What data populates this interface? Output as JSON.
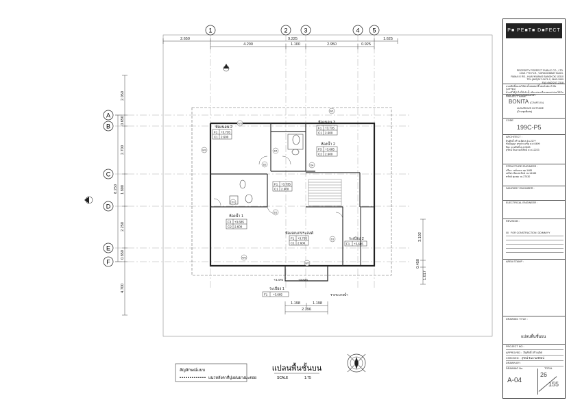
{
  "grid": {
    "cols": [
      "1",
      "2",
      "3",
      "4",
      "5"
    ],
    "rows": [
      "A",
      "B",
      "C",
      "D",
      "E",
      "F"
    ]
  },
  "dims": {
    "top_overall": [
      "2.650",
      "9.225",
      "1.625"
    ],
    "top_sub": [
      "4.200",
      "1.100",
      "2.950",
      "0.925"
    ],
    "left": [
      "2.050",
      "0.650",
      "2.700",
      "1.800",
      "8.250",
      "2.250",
      "0.850",
      "4.700"
    ],
    "right": [
      "3.102",
      "0.450",
      "1.017"
    ],
    "bottom": [
      "1.198",
      "1.198",
      "2.396"
    ]
  },
  "rooms": {
    "bed2": {
      "name": "ห้องนอน 2",
      "f": "F1",
      "fv": "+3.735",
      "c": "C1",
      "cv": "2.600"
    },
    "bed3": {
      "name": "ห้องนอน 3",
      "f": "F1",
      "fv": "+3.735",
      "c": "C1",
      "cv": "2.600"
    },
    "bath2": {
      "name": "ห้องน้ำ 2",
      "f": "F3",
      "fv": "+3.685",
      "c": "C2",
      "cv": "2.600"
    },
    "hall": {
      "f": "F1",
      "fv": "+3.735",
      "c": "C1",
      "cv": "2.600"
    },
    "bath1": {
      "name": "ห้องน้ำ 1",
      "f": "F3",
      "fv": "+3.685",
      "c": "C2",
      "cv": "2.600"
    },
    "living": {
      "name": "ห้องอเนกประสงค์",
      "f": "F1",
      "fv": "+3.735",
      "c": "C1",
      "cv": "2.600"
    },
    "balcony2": {
      "name": "ระเบียง 2",
      "f": "F1",
      "fv": "+3.685"
    },
    "balcony1": {
      "name": "ระเบียง 1",
      "f": "F1",
      "fv": "+3.685"
    }
  },
  "labels": {
    "level_a": "+4.475",
    "level_b": "+3.835",
    "gutter": "รางระบายน้ำ",
    "legend_title": "สัญลักษณ์แบบ",
    "legend_text": "แนวหลังคาที่ปูแผ่นยางมะตอย",
    "drawing_title": "แปลนพื้นชั้นบน",
    "scale_label": "SCALE",
    "scale_value": "1:75"
  },
  "marks": [
    "W1",
    "W2",
    "W3",
    "D1",
    "D2",
    "D3",
    "D4"
  ],
  "title_block": {
    "logo": "P■ PE■T■ D■FECT",
    "company": [
      "PROPERTY PERFECT PUBLIC CO., LTD.",
      "100/1 7TH FLR., VORASOMBAT BLDG.",
      "RAMA IX RD., HUAYKWANG BANGKOK 10310",
      "TEL.(662)247-0471-2, 0643-1999",
      "FAX.(662)247-2318"
    ],
    "note": [
      "แบบสิทธิ์ของบริษัท พร็อพเพอร์ตี้ เพอร์เฟค จำกัด (มหาชน)",
      "ห้ามมิให้นำไปใช้ ทำซ้ำ ดัดแปลงหรือเผยแพร่ก่อนได้รับ",
      "อนุญาตเป็นลายลักษณ์อักษร"
    ],
    "project_name_label": "PROJECT NAME",
    "project_name": "BONITA",
    "project_sub": "(CAMELIA)",
    "project_line2": "LUXURIOUS COTTAGE",
    "project_line3": "(บ้านชุดพิเศษ)",
    "code_label": "CODE",
    "code": "199C-P5",
    "architect_label": "ARCHITECT :",
    "architects": [
      "สินศักดิ์ สร้างเลิศ ส.4น.22?? ",
      "ชัยปัญญา สุขประเสริฐ ส.ส.0499",
      "ปิยะ ดวงสิทธิ์ ส.ส.0463",
      "สุรัตน์ จินดามณีรัตน์ ส.ส.12223"
    ],
    "structural_label": "STRUCTURE ENGINEER :",
    "structurals": [
      "ปรีชา วงศ์เกษม สย.1485",
      "เสถียร ชัยแสงรัตน์ วย.14165",
      "ทรัพย์ ศุภสุข วย.27430"
    ],
    "sanitary_label": "SANITARY ENGINEER :",
    "electrical_label": "ELECTRICAL ENGINEER :",
    "revision_label": "REVISION :",
    "revision_row": [
      "00",
      "FOR CONSTRUCTION",
      "DD/MM/YY"
    ],
    "area_stamp_label": "AREA STAMP :",
    "drawing_title_label": "DRAWING TITLE :",
    "drawing_title": "แปลนพื้นชั้นบน",
    "project_no_label": "PROJECT NO :",
    "approved_label": "APPROVED :",
    "approved": "สินศักดิ์ สร้างเลิศ",
    "checked_label": "CHECKED :",
    "checked": "สุรัตน์ จินดามณีรัตน์",
    "drawn_label": "DRAWN BY :",
    "drawing_no_label": "DRAWING No.",
    "total_label": "TOTAL",
    "drawing_no": "A-04",
    "sheet": "26",
    "total": "155"
  }
}
